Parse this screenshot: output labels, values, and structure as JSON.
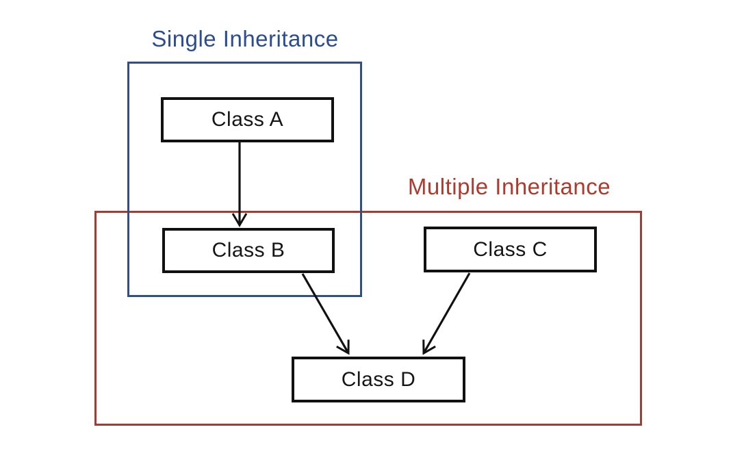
{
  "diagram": {
    "background_color": "#ffffff",
    "groups": [
      {
        "id": "single-inheritance",
        "label": "Single Inheritance",
        "title_color": "#2c4c90",
        "border_color": "#31507e",
        "contains": [
          "Class A",
          "Class B"
        ]
      },
      {
        "id": "multiple-inheritance",
        "label": "Multiple Inheritance",
        "title_color": "#ae3a2d",
        "border_color": "#a53b31",
        "contains": [
          "Class B",
          "Class C",
          "Class D"
        ]
      }
    ],
    "nodes": [
      {
        "id": "A",
        "label": "Class A"
      },
      {
        "id": "B",
        "label": "Class B"
      },
      {
        "id": "C",
        "label": "Class C"
      },
      {
        "id": "D",
        "label": "Class D"
      }
    ],
    "edges": [
      {
        "from": "Class A",
        "to": "Class B"
      },
      {
        "from": "Class B",
        "to": "Class D"
      },
      {
        "from": "Class C",
        "to": "Class D"
      }
    ],
    "edge_color": "#111111",
    "node_border_color": "#111111",
    "node_fill_color": "#ffffff"
  }
}
